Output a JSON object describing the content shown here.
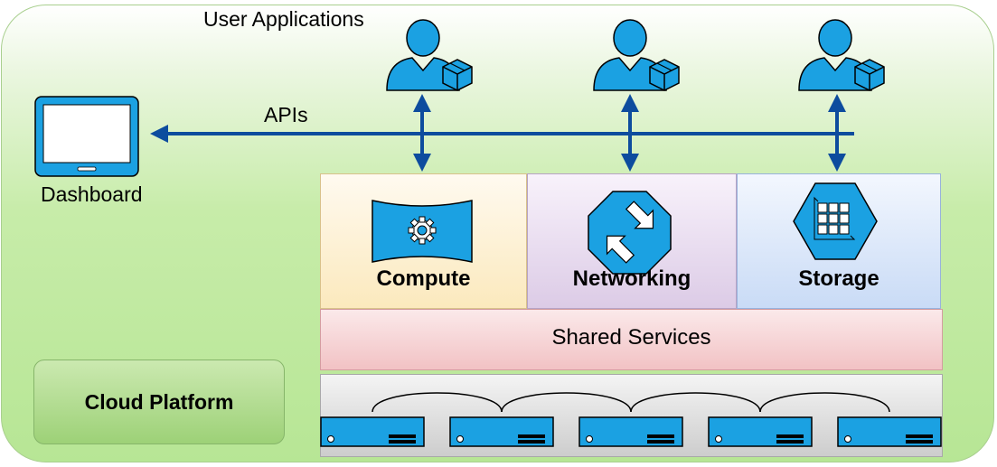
{
  "labels": {
    "user_applications": "User Applications",
    "apis": "APIs",
    "dashboard": "Dashboard",
    "cloud_platform": "Cloud Platform",
    "shared_services": "Shared Services"
  },
  "services": [
    {
      "label": "Compute",
      "icon": "compute-gear-icon"
    },
    {
      "label": "Networking",
      "icon": "networking-arrows-icon"
    },
    {
      "label": "Storage",
      "icon": "storage-grid-icon"
    }
  ],
  "icons": {
    "user": "user-with-package-icon",
    "dashboard": "tablet-monitor-icon",
    "server": "server-unit-icon"
  },
  "colors": {
    "icon_fill": "#1ba1e2",
    "icon_stroke": "#000000",
    "arrow": "#0d4c9e",
    "platform_green": "#b7e695"
  }
}
